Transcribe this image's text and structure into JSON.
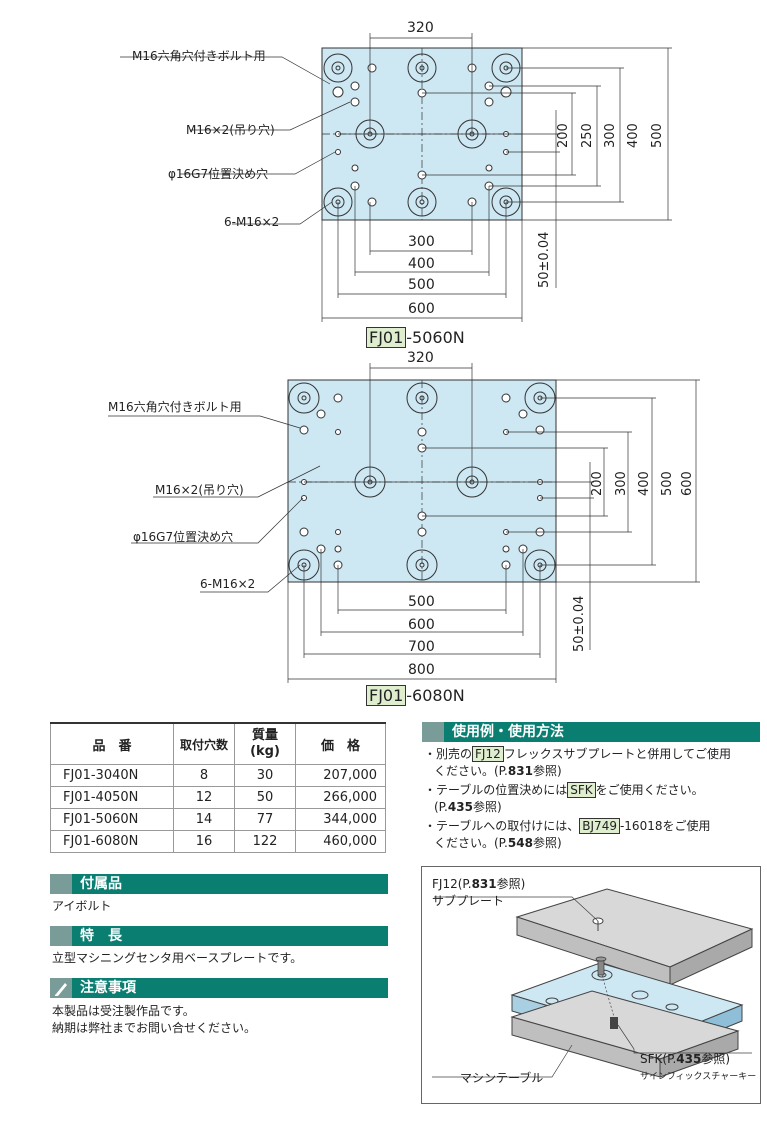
{
  "drawing_5060": {
    "model_prefix": "FJ01",
    "model_suffix": "-5060N",
    "callouts": [
      "M16六角穴付きボルト用",
      "M16×2(吊り穴)",
      "φ16G7位置決め穴",
      "6-M16×2"
    ],
    "dim_top": "320",
    "dims_right": [
      "200",
      "250",
      "300",
      "400",
      "500"
    ],
    "dim_side": "50±0.04",
    "dims_bottom": [
      "300",
      "400",
      "500",
      "600"
    ]
  },
  "drawing_6080": {
    "model_prefix": "FJ01",
    "model_suffix": "-6080N",
    "callouts": [
      "M16六角穴付きボルト用",
      "M16×2(吊り穴)",
      "φ16G7位置決め穴",
      "6-M16×2"
    ],
    "dim_top": "320",
    "dims_right": [
      "200",
      "300",
      "400",
      "500",
      "600"
    ],
    "dim_side": "50±0.04",
    "dims_bottom": [
      "500",
      "600",
      "700",
      "800"
    ]
  },
  "spec_table": {
    "headers": [
      "品　番",
      "取付穴数",
      "質量\n(kg)",
      "価　格"
    ],
    "header_mass_line1": "質量",
    "header_mass_line2": "(kg)",
    "rows": [
      {
        "part": "FJ01-3040N",
        "holes": "8",
        "mass": "30",
        "price": "207,000"
      },
      {
        "part": "FJ01-4050N",
        "holes": "12",
        "mass": "50",
        "price": "266,000"
      },
      {
        "part": "FJ01-5060N",
        "holes": "14",
        "mass": "77",
        "price": "344,000"
      },
      {
        "part": "FJ01-6080N",
        "holes": "16",
        "mass": "122",
        "price": "460,000"
      }
    ]
  },
  "accessories": {
    "title": "付属品",
    "text": "アイボルト"
  },
  "features": {
    "title": "特　長",
    "text": "立型マシニングセンタ用ベースプレートです。"
  },
  "notes": {
    "title": "注意事項",
    "lines": [
      "本製品は受注製作品です。",
      "納期は弊社までお問い合せください。"
    ]
  },
  "usage": {
    "title": "使用例・使用方法",
    "item1_pre": "・別売の",
    "item1_ref": "FJ12",
    "item1_post": "フレックスサブプレートと併用してご使用",
    "item1_line2_pre": "ください。(P.",
    "item1_page": "831",
    "item1_line2_post": "参照)",
    "item2_pre": "・テーブルの位置決めには",
    "item2_ref": "SFK",
    "item2_post": "をご使用ください。",
    "item2_line2_pre": "(P.",
    "item2_page": "435",
    "item2_line2_post": "参照)",
    "item3_pre": "・テーブルへの取付けには、",
    "item3_ref": "BJ749",
    "item3_post": "-16018をご使用",
    "item3_line2_pre": "ください。(P.",
    "item3_page": "548",
    "item3_line2_post": "参照)"
  },
  "illustration": {
    "label_fj12_pre": "FJ12(P.",
    "label_fj12_page": "831",
    "label_fj12_post": "参照)",
    "label_subplate": "サブプレート",
    "label_table": "マシンテーブル",
    "label_sfk_pre": "SFK(P.",
    "label_sfk_page": "435",
    "label_sfk_post": "参照)",
    "label_sfk_sub": "サインフィックスチャーキー"
  },
  "colors": {
    "plate": "#cde7f3",
    "accent": "#0b7e72",
    "stub": "#7a9c98",
    "ref_bg": "#dfeecf"
  }
}
